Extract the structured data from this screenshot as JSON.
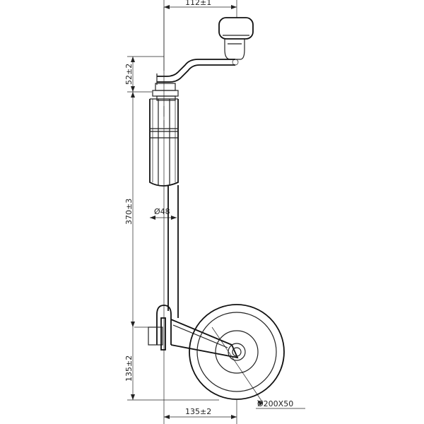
{
  "diagram": {
    "dimensions": {
      "top_width": "112±1",
      "handle_height": "52±2",
      "tube_length": "370±3",
      "tube_diameter": "Ø48",
      "wheel_height": "135±2",
      "bottom_width": "135±2",
      "wheel_size": "Ø200X50"
    },
    "colors": {
      "line": "#222222",
      "background": "#ffffff"
    }
  }
}
